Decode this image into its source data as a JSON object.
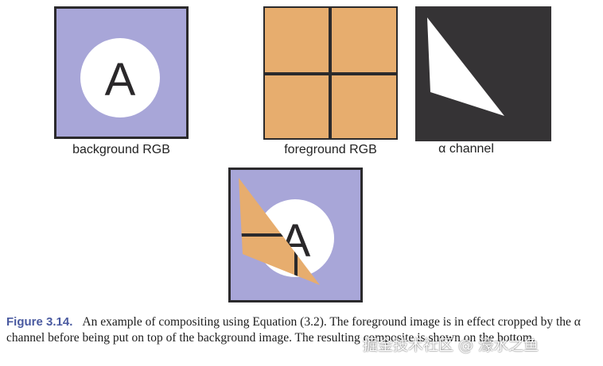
{
  "figure": {
    "panels": [
      {
        "key": "background",
        "label": "background RGB",
        "glyph": "A"
      },
      {
        "key": "foreground",
        "label": "foreground RGB"
      },
      {
        "key": "alpha",
        "label": "α channel"
      },
      {
        "key": "composite",
        "label": "",
        "glyph": "A"
      }
    ],
    "colors": {
      "lavender": "#a8a6d8",
      "orange": "#e7ad6e",
      "dark": "#353335",
      "frame": "#2b2a2c",
      "white": "#ffffff"
    },
    "caption": {
      "lead": "Figure 3.14.",
      "text": "An example of compositing using Equation (3.2). The foreground image is in effect cropped by the α channel before being put on top of the background image. The resulting composite is shown on the bottom."
    }
  },
  "watermark": {
    "text": "掘金技术社区 @ 濠水之鱼"
  }
}
